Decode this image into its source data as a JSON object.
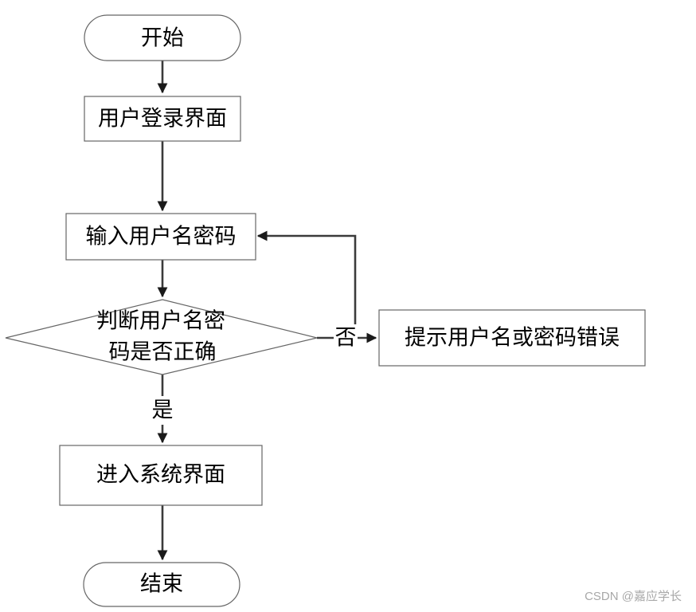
{
  "diagram": {
    "nodes": {
      "start": "开始",
      "login_screen": "用户登录界面",
      "input_credentials": "输入用户名密码",
      "check_line1": "判断用户名密",
      "check_line2": "码是否正确",
      "error_prompt": "提示用户名或密码错误",
      "enter_system": "进入系统界面",
      "end": "结束"
    },
    "edge_labels": {
      "no": "否",
      "yes": "是"
    }
  },
  "watermark": "CSDN @嘉应学长"
}
